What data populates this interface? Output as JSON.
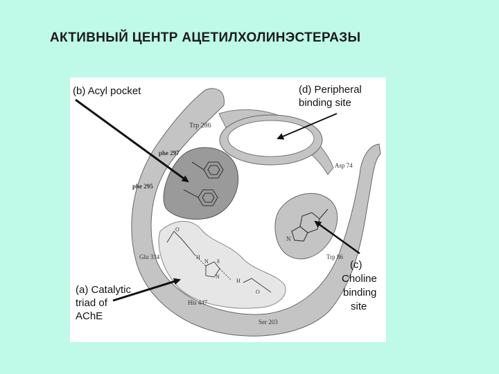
{
  "title": "АКТИВНЫЙ ЦЕНТР АЦЕТИЛХОЛИНЭСТЕРАЗЫ",
  "diagram": {
    "labels": {
      "acyl_pocket": "(b) Acyl pocket",
      "peripheral_line1": "(d) Peripheral",
      "peripheral_line2": "binding site",
      "catalytic_line1": "(a) Catalytic",
      "catalytic_line2": "triad of",
      "catalytic_line3": "AChE",
      "choline_line1": "(c)",
      "choline_line2": "Choline",
      "choline_line3": "binding",
      "choline_line4": "site"
    },
    "residues": {
      "trp286": "Trp 286",
      "phe297": "phe 297",
      "phe295": "phe 295",
      "asp74": "Asp 74",
      "trp86": "Trp 86",
      "glu334": "Glu 334",
      "his447": "His 447",
      "ser203": "Ser 203"
    },
    "atoms": {
      "n_indole": "N",
      "o_glu": "O",
      "h_glu": "H",
      "n_his1": "N",
      "delta": "δ",
      "n_his2": "N",
      "h_ser": "H",
      "o_ser": "O"
    }
  },
  "colors": {
    "background": "#bff9e8",
    "shell": "#c4c4c4",
    "acyl_pocket": "#9a9a9a",
    "catalytic_region": "#e6e6e6",
    "outline": "#555555"
  }
}
